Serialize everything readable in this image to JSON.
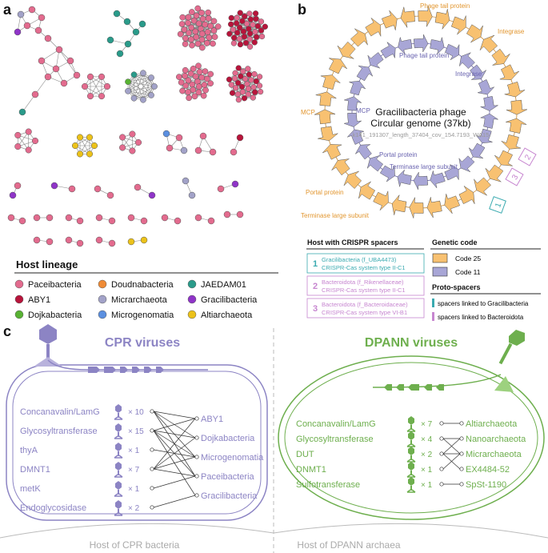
{
  "panels": {
    "a": "a",
    "b": "b",
    "c": "c"
  },
  "colors": {
    "Paceibacteria": "#e36b8e",
    "ABY1": "#b8143b",
    "Dojkabacteria": "#58b233",
    "Doudnabacteria": "#ef8b36",
    "Micrarchaeota": "#a2a2c8",
    "Microgenomatia": "#5b8fe0",
    "JAEDAM01": "#2a9b8a",
    "Gracilibacteria": "#8f34c8",
    "Altiarchaeota": "#ecc21a",
    "code25": "#f8c171",
    "code11": "#a8a6d6",
    "cpr": "#8c84c4",
    "dpann": "#6eaf4e",
    "spacer_graci": "#3aaab0",
    "spacer_bacteroidota": "#c786d0"
  },
  "legend_a": {
    "title": "Host lineage",
    "items": [
      {
        "label": "Paceibacteria",
        "key": "Paceibacteria"
      },
      {
        "label": "Doudnabacteria",
        "key": "Doudnabacteria"
      },
      {
        "label": "JAEDAM01",
        "key": "JAEDAM01"
      },
      {
        "label": "ABY1",
        "key": "ABY1"
      },
      {
        "label": "Micrarchaeota",
        "key": "Micrarchaeota"
      },
      {
        "label": "Gracilibacteria",
        "key": "Gracilibacteria"
      },
      {
        "label": "Dojkabacteria",
        "key": "Dojkabacteria"
      },
      {
        "label": "Microgenomatia",
        "key": "Microgenomatia"
      },
      {
        "label": "Altiarchaeota",
        "key": "Altiarchaeota"
      }
    ]
  },
  "genome": {
    "title1": "Gracilibacteria phage",
    "title2": "Circular genome (37kb)",
    "contig": "k141_191307_length_37404_cov_154.7193_WA15",
    "outer_labels": [
      "Phage tail protein",
      "Integrase",
      "MCP",
      "Portal protein",
      "Terminase large subunit"
    ],
    "inner_labels": [
      "Phage tail protein",
      "Integrase",
      "MCP",
      "Portal protein",
      "Terminase large subunit"
    ],
    "spacer_numbers": [
      "1",
      "2",
      "3"
    ]
  },
  "crispr_table": {
    "header": "Host with CRISPR spacers",
    "rows": [
      {
        "num": "1",
        "line1": "Gracilibacteria (f_UBA4473)",
        "line2": "CRISPR-Cas system type II-C1",
        "color": "#3aaab0"
      },
      {
        "num": "2",
        "line1": "Bacteroidota (f_Rikenellaceae)",
        "line2": "CRISPR-Cas system type II-C1",
        "color": "#c786d0"
      },
      {
        "num": "3",
        "line1": "Bacteroidota (f_Bacteroidaceae)",
        "line2": "CRISPR-Cas system type VI-B1",
        "color": "#c786d0"
      }
    ]
  },
  "genetic_code": {
    "header": "Genetic code",
    "items": [
      "Code 25",
      "Code 11"
    ],
    "proto_header": "Proto-spacers",
    "proto_items": [
      "spacers linked to Gracilibacteria",
      "spacers linked to Bacteroidota"
    ]
  },
  "cpr": {
    "title": "CPR viruses",
    "genes": [
      {
        "name": "Concanavalin/LamG",
        "count": "× 10"
      },
      {
        "name": "Glycosyltransferase",
        "count": "× 15"
      },
      {
        "name": "thyA",
        "count": "× 1"
      },
      {
        "name": "DMNT1",
        "count": "× 7"
      },
      {
        "name": "metK",
        "count": "× 1"
      },
      {
        "name": "Endoglycosidase",
        "count": "× 2"
      }
    ],
    "hosts": [
      "ABY1",
      "Dojkabacteria",
      "Microgenomatia",
      "Paceibacteria",
      "Gracilibacteria"
    ],
    "footer": "Host of CPR bacteria"
  },
  "dpann": {
    "title": "DPANN viruses",
    "genes": [
      {
        "name": "Concanavalin/LamG",
        "count": "× 7"
      },
      {
        "name": "Glycosyltransferase",
        "count": "× 4"
      },
      {
        "name": "DUT",
        "count": "× 2"
      },
      {
        "name": "DNMT1",
        "count": "× 1"
      },
      {
        "name": "Sulfotransferase",
        "count": "× 1"
      }
    ],
    "hosts": [
      "Altiarchaeota",
      "Nanoarchaeota",
      "Micrarchaeota",
      "EX4484-52",
      "SpSt-1190"
    ],
    "footer": "Host of DPANN archaea"
  }
}
